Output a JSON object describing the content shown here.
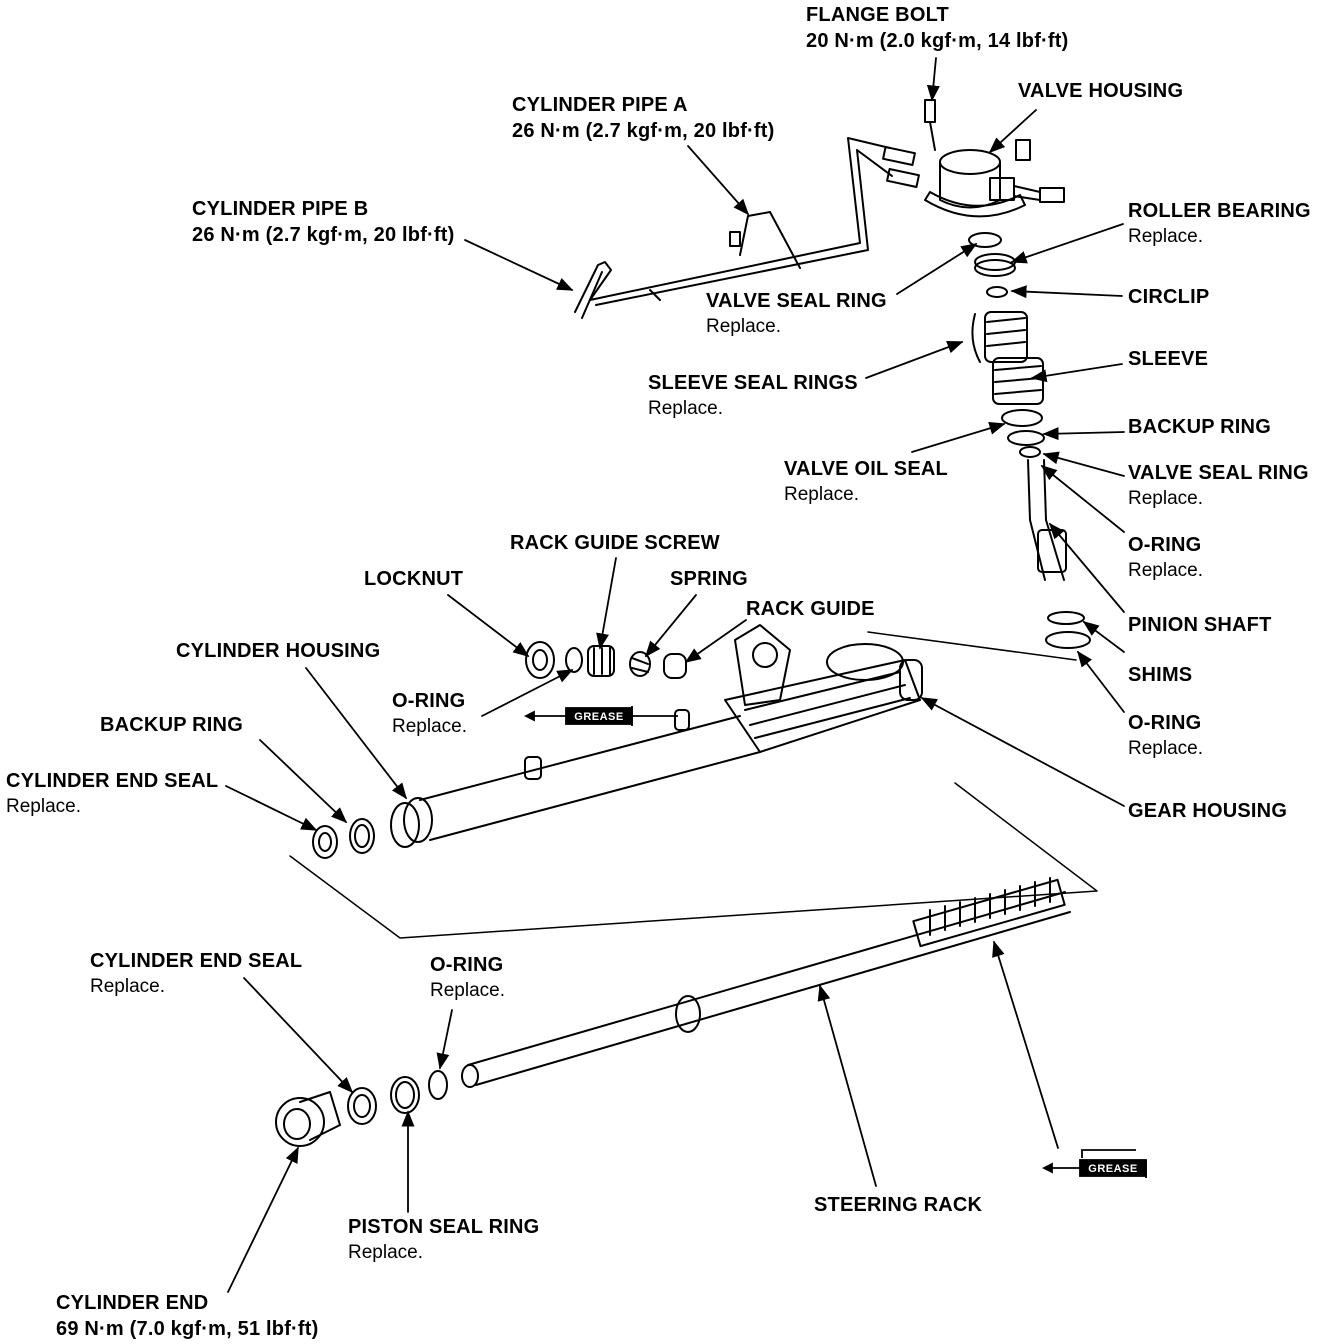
{
  "labels": {
    "flange_bolt": {
      "title": "FLANGE BOLT",
      "sub": "20 N·m (2.0 kgf·m, 14 lbf·ft)"
    },
    "valve_housing": {
      "title": "VALVE HOUSING"
    },
    "cylinder_pipe_a": {
      "title": "CYLINDER PIPE A",
      "sub": "26 N·m (2.7 kgf·m, 20 lbf·ft)"
    },
    "cylinder_pipe_b": {
      "title": "CYLINDER PIPE B",
      "sub": "26 N·m (2.7 kgf·m, 20 lbf·ft)"
    },
    "roller_bearing": {
      "title": "ROLLER BEARING",
      "sub": "Replace."
    },
    "valve_seal_ring_top": {
      "title": "VALVE SEAL RING",
      "sub": "Replace."
    },
    "circlip": {
      "title": "CIRCLIP"
    },
    "sleeve": {
      "title": "SLEEVE"
    },
    "sleeve_seal_rings": {
      "title": "SLEEVE SEAL RINGS",
      "sub": "Replace."
    },
    "backup_ring_right": {
      "title": "BACKUP RING"
    },
    "valve_oil_seal": {
      "title": "VALVE OIL SEAL",
      "sub": "Replace."
    },
    "valve_seal_ring_right": {
      "title": "VALVE SEAL RING",
      "sub": "Replace."
    },
    "o_ring_pinion": {
      "title": "O-RING",
      "sub": "Replace."
    },
    "rack_guide_screw": {
      "title": "RACK GUIDE SCREW"
    },
    "locknut": {
      "title": "LOCKNUT"
    },
    "spring": {
      "title": "SPRING"
    },
    "rack_guide": {
      "title": "RACK GUIDE"
    },
    "pinion_shaft": {
      "title": "PINION SHAFT"
    },
    "cylinder_housing": {
      "title": "CYLINDER HOUSING"
    },
    "shims": {
      "title": "SHIMS"
    },
    "o_ring_guide": {
      "title": "O-RING",
      "sub": "Replace."
    },
    "o_ring_housing": {
      "title": "O-RING",
      "sub": "Replace."
    },
    "backup_ring_left": {
      "title": "BACKUP RING"
    },
    "cylinder_end_seal_upper": {
      "title": "CYLINDER END SEAL",
      "sub": "Replace."
    },
    "gear_housing": {
      "title": "GEAR HOUSING"
    },
    "cylinder_end_seal_lower": {
      "title": "CYLINDER END SEAL",
      "sub": "Replace."
    },
    "o_ring_rack": {
      "title": "O-RING",
      "sub": "Replace."
    },
    "piston_seal_ring": {
      "title": "PISTON SEAL RING",
      "sub": "Replace."
    },
    "steering_rack": {
      "title": "STEERING RACK"
    },
    "cylinder_end": {
      "title": "CYLINDER END",
      "sub": "69 N·m (7.0 kgf·m, 51 lbf·ft)"
    }
  },
  "grease": {
    "upper": "GREASE",
    "lower": "GREASE"
  },
  "colors": {
    "ink": "#000000",
    "paper": "#ffffff"
  },
  "icons": [
    "grease-gun-icon"
  ]
}
